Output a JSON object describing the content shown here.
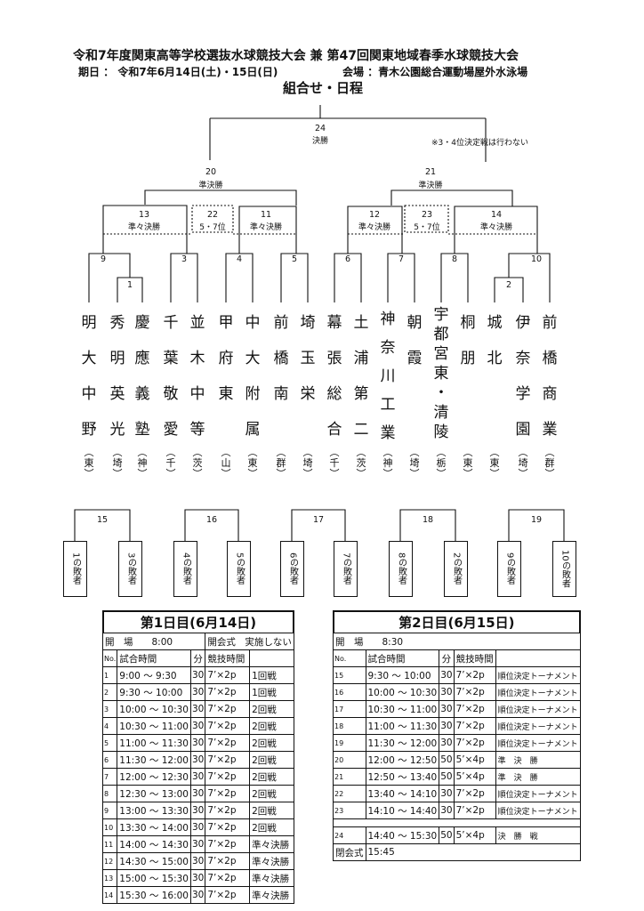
{
  "header": {
    "title": "令和7年度関東高等学校選抜水球競技大会 兼 第47回関東地域春季水球競技大会",
    "dates": "期日 ： 令和7年6月14日(土)・15日(日)",
    "venue": "会場 ：青木公園総合運動場屋外水泳場",
    "subtitle": "組合せ・日程"
  },
  "note": "※3・4位決定戦は行わない",
  "bracket": {
    "final": {
      "no": "24",
      "label": "決勝"
    },
    "semis": [
      {
        "no": "20",
        "label": "準決勝"
      },
      {
        "no": "21",
        "label": "準決勝"
      }
    ],
    "quarters": [
      {
        "no": "13",
        "label": "準々決勝"
      },
      {
        "no": "11",
        "label": "準々決勝"
      },
      {
        "no": "12",
        "label": "準々決勝"
      },
      {
        "no": "14",
        "label": "準々決勝"
      }
    ],
    "placement": [
      {
        "no": "22",
        "label": "5・7位"
      },
      {
        "no": "23",
        "label": "5・7位"
      }
    ],
    "r1": [
      "9",
      "1",
      "3",
      "4",
      "5",
      "6",
      "7",
      "8",
      "2",
      "10"
    ],
    "consolation": [
      "15",
      "16",
      "17",
      "18",
      "19"
    ],
    "losers": [
      "1の敗者",
      "3の敗者",
      "4の敗者",
      "5の敗者",
      "6の敗者",
      "7の敗者",
      "8の敗者",
      "2の敗者",
      "9の敗者",
      "10の敗者"
    ]
  },
  "teams": [
    {
      "name": "明大中野",
      "pref": "東"
    },
    {
      "name": "秀明英光",
      "pref": "埼"
    },
    {
      "name": "慶應義塾",
      "pref": "神"
    },
    {
      "name": "千葉敬愛",
      "pref": "千"
    },
    {
      "name": "並木中等",
      "pref": "茨"
    },
    {
      "name": "甲府東",
      "pref": "山"
    },
    {
      "name": "中大附属",
      "pref": "東"
    },
    {
      "name": "前橋南",
      "pref": "群"
    },
    {
      "name": "埼玉栄",
      "pref": "埼"
    },
    {
      "name": "幕張総合",
      "pref": "千"
    },
    {
      "name": "土浦第二",
      "pref": "茨"
    },
    {
      "name": "神奈川工業",
      "pref": "神"
    },
    {
      "name": "朝霞",
      "pref": "埼"
    },
    {
      "name": "宇都宮東・清陵",
      "pref": "栃"
    },
    {
      "name": "桐朋",
      "pref": "東"
    },
    {
      "name": "城北",
      "pref": "東"
    },
    {
      "name": "伊奈学園",
      "pref": "埼"
    },
    {
      "name": "前橋商業",
      "pref": "群"
    }
  ],
  "day1": {
    "title": "第1日目(6月14日)",
    "open": "開　場　　8:00",
    "ceremony": "開会式　実施しない",
    "head": {
      "no": "No.",
      "time": "試合時間",
      "min": "分",
      "fmt": "競技時間",
      "round": ""
    },
    "rows": [
      [
        "1",
        "9:00 ～ 9:30",
        "30",
        "7’×2p",
        "1回戦"
      ],
      [
        "2",
        "9:30 ～ 10:00",
        "30",
        "7’×2p",
        "1回戦"
      ],
      [
        "3",
        "10:00 ～ 10:30",
        "30",
        "7’×2p",
        "2回戦"
      ],
      [
        "4",
        "10:30 ～ 11:00",
        "30",
        "7’×2p",
        "2回戦"
      ],
      [
        "5",
        "11:00 ～ 11:30",
        "30",
        "7’×2p",
        "2回戦"
      ],
      [
        "6",
        "11:30 ～ 12:00",
        "30",
        "7’×2p",
        "2回戦"
      ],
      [
        "7",
        "12:00 ～ 12:30",
        "30",
        "7’×2p",
        "2回戦"
      ],
      [
        "8",
        "12:30 ～ 13:00",
        "30",
        "7’×2p",
        "2回戦"
      ],
      [
        "9",
        "13:00 ～ 13:30",
        "30",
        "7’×2p",
        "2回戦"
      ],
      [
        "10",
        "13:30 ～ 14:00",
        "30",
        "7’×2p",
        "2回戦"
      ],
      [
        "11",
        "14:00 ～ 14:30",
        "30",
        "7’×2p",
        "準々決勝"
      ],
      [
        "12",
        "14:30 ～ 15:00",
        "30",
        "7’×2p",
        "準々決勝"
      ],
      [
        "13",
        "15:00 ～ 15:30",
        "30",
        "7’×2p",
        "準々決勝"
      ],
      [
        "14",
        "15:30 ～ 16:00",
        "30",
        "7’×2p",
        "準々決勝"
      ]
    ]
  },
  "day2": {
    "title": "第2日目(6月15日)",
    "open": "開　場　　8:30",
    "head": {
      "no": "No.",
      "time": "試合時間",
      "min": "分",
      "fmt": "競技時間",
      "round": ""
    },
    "rows": [
      [
        "15",
        "9:30 ～ 10:00",
        "30",
        "7’×2p",
        "順位決定トーナメント"
      ],
      [
        "16",
        "10:00 ～ 10:30",
        "30",
        "7’×2p",
        "順位決定トーナメント"
      ],
      [
        "17",
        "10:30 ～ 11:00",
        "30",
        "7’×2p",
        "順位決定トーナメント"
      ],
      [
        "18",
        "11:00 ～ 11:30",
        "30",
        "7’×2p",
        "順位決定トーナメント"
      ],
      [
        "19",
        "11:30 ～ 12:00",
        "30",
        "7’×2p",
        "順位決定トーナメント"
      ],
      [
        "20",
        "12:00 ～ 12:50",
        "50",
        "5’×4p",
        "準　決　勝"
      ],
      [
        "21",
        "12:50 ～ 13:40",
        "50",
        "5’×4p",
        "準　決　勝"
      ],
      [
        "22",
        "13:40 ～ 14:10",
        "30",
        "7’×2p",
        "順位決定トーナメント"
      ],
      [
        "23",
        "14:10 ～ 14:40",
        "30",
        "7’×2p",
        "順位決定トーナメント"
      ],
      [
        "24",
        "14:40 ～ 15:30",
        "50",
        "5’×4p",
        "決　勝　戦"
      ]
    ],
    "closing": "閉会式",
    "closing_time": "15:45"
  }
}
